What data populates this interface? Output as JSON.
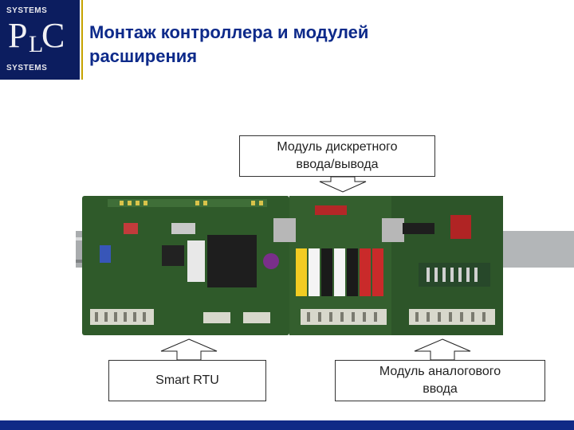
{
  "logo": {
    "top_text": "SYSTEMS",
    "mark_p": "P",
    "mark_l": "L",
    "mark_c": "C",
    "bottom_text": "SYSTEMS"
  },
  "header": {
    "title_line1": "Монтаж контроллера и модулей",
    "title_line2": "расширения"
  },
  "callouts": {
    "top": {
      "line1": "Модуль дискретного",
      "line2": "ввода/вывода"
    },
    "left": {
      "line1": "Smart RTU"
    },
    "right": {
      "line1": "Модуль аналогового",
      "line2": "ввода"
    }
  },
  "colors": {
    "logo_bg": "#0c1d5f",
    "title": "#0d2a8a",
    "divider": "#c6a300",
    "pcb_green": "#2f5a2a",
    "rail": "#a9acae"
  },
  "image": {
    "name": "plc-modules-on-din-rail-photo"
  }
}
